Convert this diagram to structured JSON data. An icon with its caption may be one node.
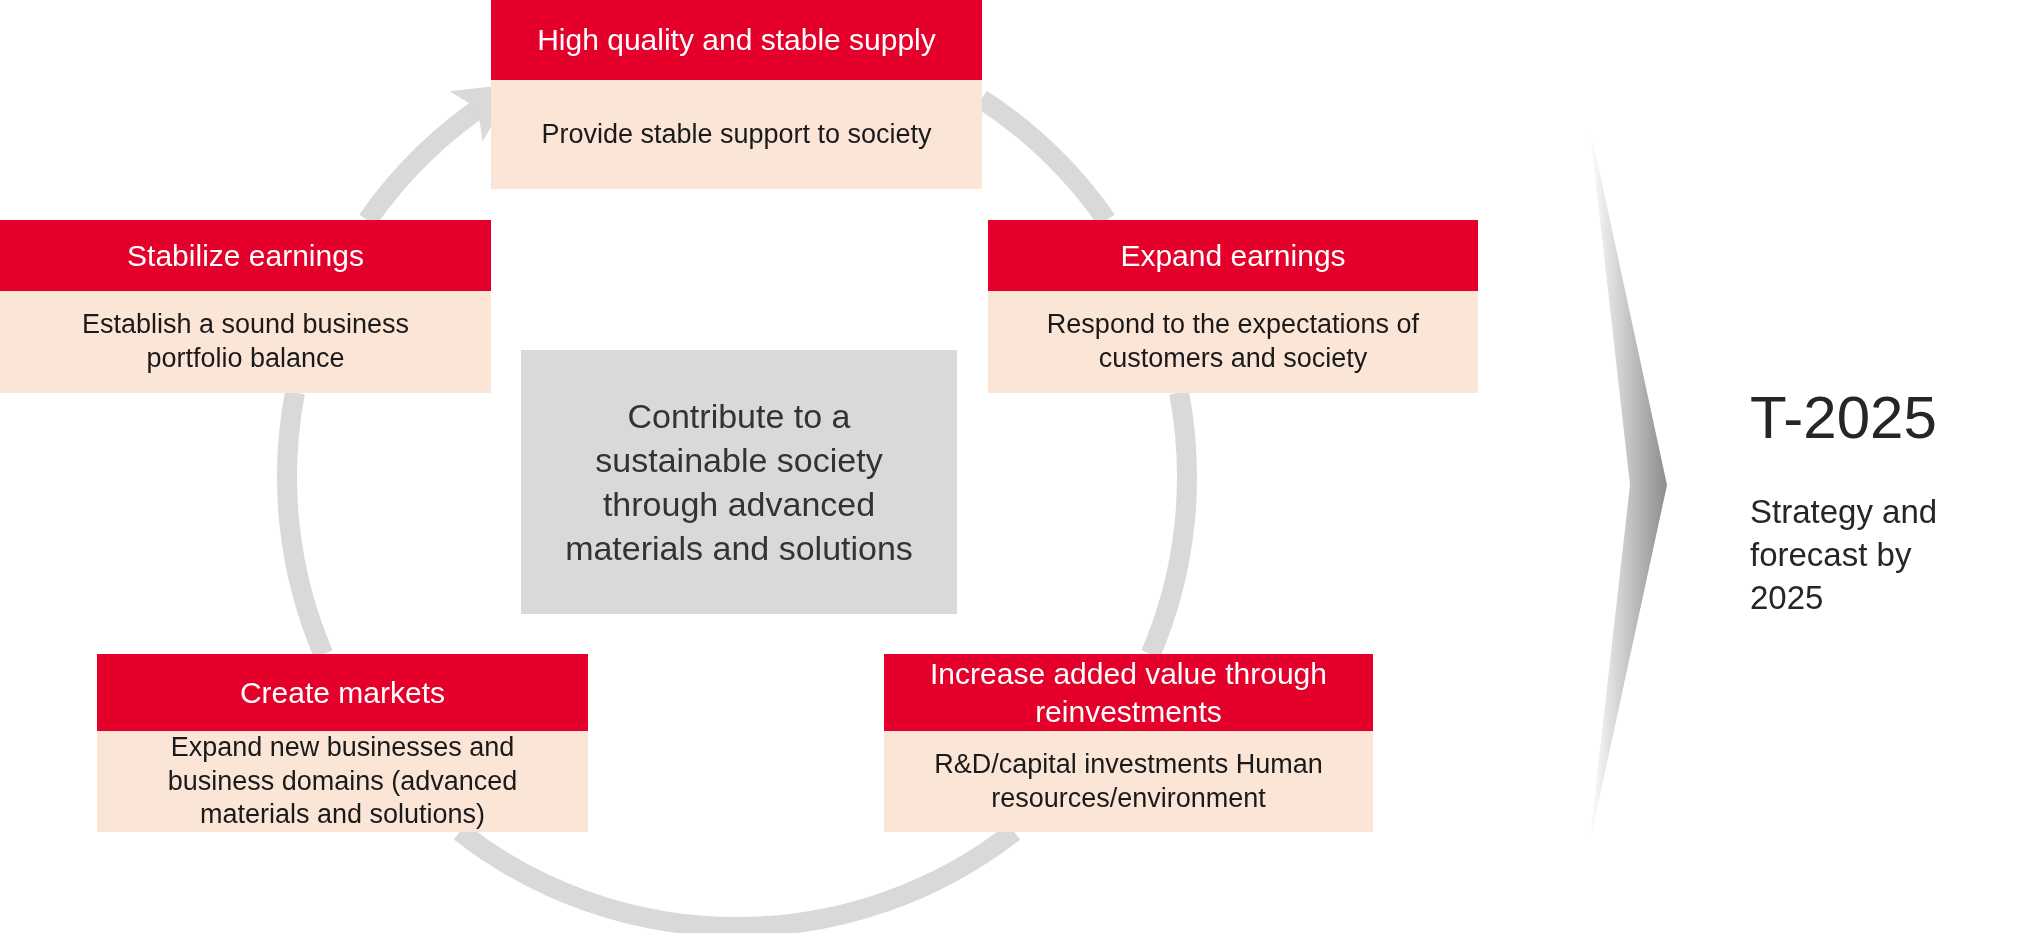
{
  "diagram": {
    "nodes": [
      {
        "text": [
          "High quality and stable supply",
          "Provide stable support to society"
        ]
      },
      {
        "text": [
          "Stabilize earnings",
          "Establish a sound business portfolio balance"
        ]
      },
      {
        "text": [
          "Expand earnings",
          "Respond to the expectations of customers and society"
        ]
      },
      {
        "text": [
          "Contribute to a sustainable society through advanced materials and solutions"
        ]
      },
      {
        "text": [
          "Create markets",
          "Expand new businesses and business domains (advanced materials and solutions)"
        ]
      },
      {
        "text": [
          "Increase added value through reinvestments",
          "R&D/capital investments Human resources/environment"
        ]
      }
    ],
    "edges": [
      {
        "from": 1,
        "to": 0,
        "arrow": "to"
      },
      {
        "from": 0,
        "to": 2,
        "arrow": "none"
      },
      {
        "from": 2,
        "to": 5,
        "arrow": "none"
      },
      {
        "from": 5,
        "to": 4,
        "arrow": "none"
      },
      {
        "from": 4,
        "to": 1,
        "arrow": "none"
      }
    ],
    "labels": [
      "T-2025",
      "Strategy and forecast by 2025"
    ]
  }
}
